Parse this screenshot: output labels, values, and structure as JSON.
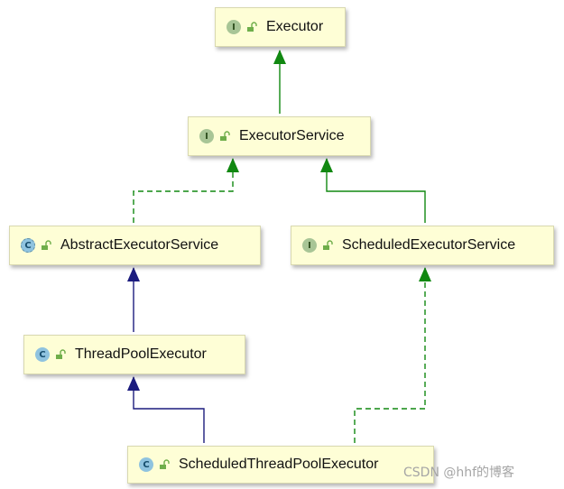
{
  "diagram": {
    "nodes": [
      {
        "id": "executor",
        "label": "Executor",
        "kind": "interface",
        "badge": "I"
      },
      {
        "id": "executor-service",
        "label": "ExecutorService",
        "kind": "interface",
        "badge": "I"
      },
      {
        "id": "abstract-executor-service",
        "label": "AbstractExecutorService",
        "kind": "abstract",
        "badge": "C"
      },
      {
        "id": "scheduled-executor-service",
        "label": "ScheduledExecutorService",
        "kind": "interface",
        "badge": "I"
      },
      {
        "id": "thread-pool-executor",
        "label": "ThreadPoolExecutor",
        "kind": "class",
        "badge": "C"
      },
      {
        "id": "scheduled-thread-pool-executor",
        "label": "ScheduledThreadPoolExecutor",
        "kind": "class",
        "badge": "C"
      }
    ],
    "edges": [
      {
        "from": "executor-service",
        "to": "executor",
        "relation": "extends-interface"
      },
      {
        "from": "abstract-executor-service",
        "to": "executor-service",
        "relation": "implements"
      },
      {
        "from": "scheduled-executor-service",
        "to": "executor-service",
        "relation": "extends-interface"
      },
      {
        "from": "thread-pool-executor",
        "to": "abstract-executor-service",
        "relation": "extends"
      },
      {
        "from": "scheduled-thread-pool-executor",
        "to": "thread-pool-executor",
        "relation": "extends"
      },
      {
        "from": "scheduled-thread-pool-executor",
        "to": "scheduled-executor-service",
        "relation": "implements"
      }
    ],
    "colors": {
      "interface_edge": "#118811",
      "class_edge": "#1c1c7e",
      "node_fill": "#fefed6"
    }
  },
  "watermark": "CSDN @hhf的博客"
}
